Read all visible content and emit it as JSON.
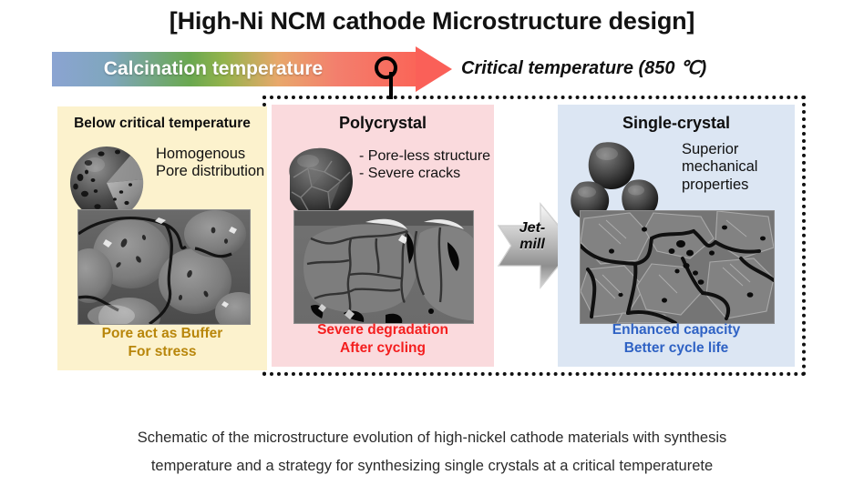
{
  "figure": {
    "title": "[High-Ni NCM cathode Microstructure design]",
    "caption_line1": "Schematic of the microstructure evolution of high-nickel cathode materials with synthesis",
    "caption_line2": "temperature and a strategy for synthesizing single crystals at a critical temperaturete"
  },
  "axis": {
    "arrow_label": "Calcination temperature",
    "critical_temperature": "Critical temperature (850 ℃)",
    "gradient_colors": [
      "#8ba4d2",
      "#6aa84f",
      "#e8a86b",
      "#fa6558"
    ]
  },
  "panels": {
    "below_critical": {
      "title": "Below critical temperature",
      "description_line1": "Homogenous",
      "description_line2": "Pore distribution",
      "footer_line1": "Pore act as Buffer",
      "footer_line2": "For stress",
      "bg_color": "#fcf2cd",
      "footer_color": "#b8860b",
      "particle_label": "cut-open-porous-sphere",
      "sem_label": "sem-porous-secondary-particles"
    },
    "polycrystal": {
      "title": "Polycrystal",
      "description_line1": "- Pore-less structure",
      "description_line2": "- Severe cracks",
      "footer_line1": "Severe degradation",
      "footer_line2": "After cycling",
      "bg_color": "#fadadd",
      "footer_color": "#f41e1e",
      "particle_label": "faceted-polycrystal-particle",
      "sem_label": "sem-cracked-polycrystal"
    },
    "single_crystal": {
      "title": "Single-crystal",
      "description_line1": "Superior",
      "description_line2": "mechanical",
      "description_line3": "properties",
      "footer_line1": "Enhanced capacity",
      "footer_line2": "Better cycle life",
      "bg_color": "#dce6f3",
      "footer_color": "#2f62c4",
      "particle_label": "three-single-crystal-grains",
      "sem_label": "sem-discrete-single-crystals"
    }
  },
  "process": {
    "jetmill_line1": "Jet-",
    "jetmill_line2": "mill"
  }
}
